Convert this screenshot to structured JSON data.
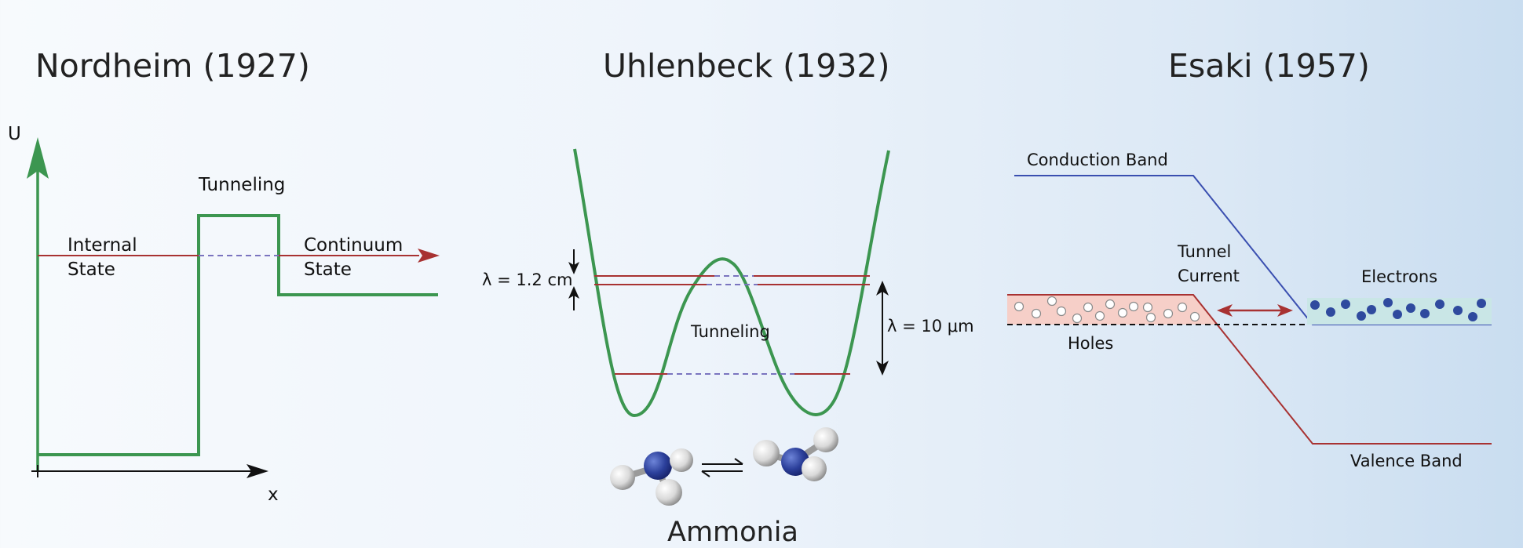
{
  "colors": {
    "potential": "#3c9650",
    "level": "#a83232",
    "dashed": "#7a74bf",
    "conduction": "#3a4fb0",
    "valence": "#a83232",
    "holes_fill": "#f6cfc8",
    "electrons_fill": "#c9e6e6",
    "electron": "#2f4a9e",
    "nitrogen": "#2b3f9a",
    "hydrogen": "#e8e8e8"
  },
  "panels": {
    "nordheim": {
      "title": "Nordheim (1927)",
      "axis_y": "U",
      "axis_x": "x",
      "barrier_label": "Tunneling",
      "internal_1": "Internal",
      "internal_2": "State",
      "continuum_1": "Continuum",
      "continuum_2": "State"
    },
    "uhlenbeck": {
      "title": "Uhlenbeck (1932)",
      "lambda_small": "λ = 1.2 cm",
      "lambda_large": "λ = 10 μm",
      "tunnel_label": "Tunneling",
      "molecule_label": "Ammonia"
    },
    "esaki": {
      "title": "Esaki (1957)",
      "conduction": "Conduction Band",
      "tunnel_1": "Tunnel",
      "tunnel_2": "Current",
      "electrons": "Electrons",
      "holes": "Holes",
      "valence": "Valence Band"
    }
  }
}
